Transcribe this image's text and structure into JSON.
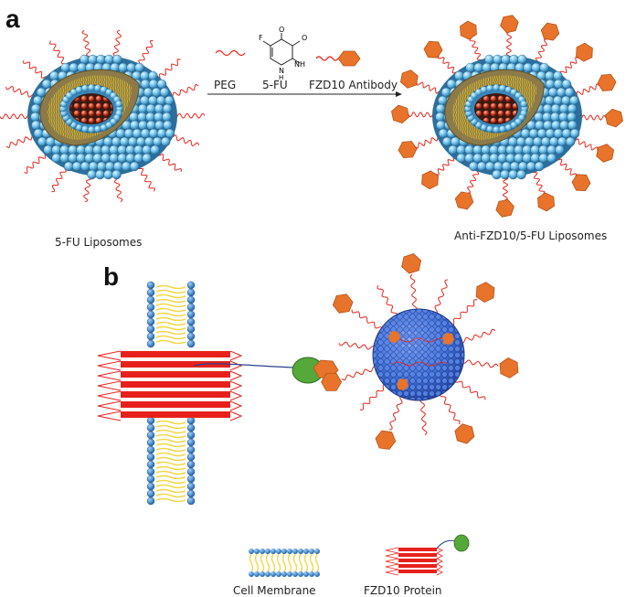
{
  "panel_a": {
    "letter": "a",
    "left_label": "5-FU Liposomes",
    "right_label": "Anti-FZD10/5-FU Liposomes",
    "reagents": {
      "peg": "PEG",
      "fu": "5-FU",
      "antibody": "FZD10 Antibody",
      "atom_f": "F",
      "atom_o_top": "O",
      "atom_o_right": "O",
      "atom_nh": "NH",
      "atom_n_h": "N",
      "atom_h": "H"
    }
  },
  "panel_b": {
    "letter": "b",
    "legend": {
      "membrane": "Cell Membrane",
      "protein": "FZD10 Protein"
    }
  },
  "colors": {
    "peg": "#e8261c",
    "antibody": "#e8732a",
    "lipid_head": "#3d8fd1",
    "lipid_tail": "#f0d84a",
    "protein": "#e8201c",
    "green_domain": "#55a83a",
    "sphere": "#3f6fd6"
  }
}
